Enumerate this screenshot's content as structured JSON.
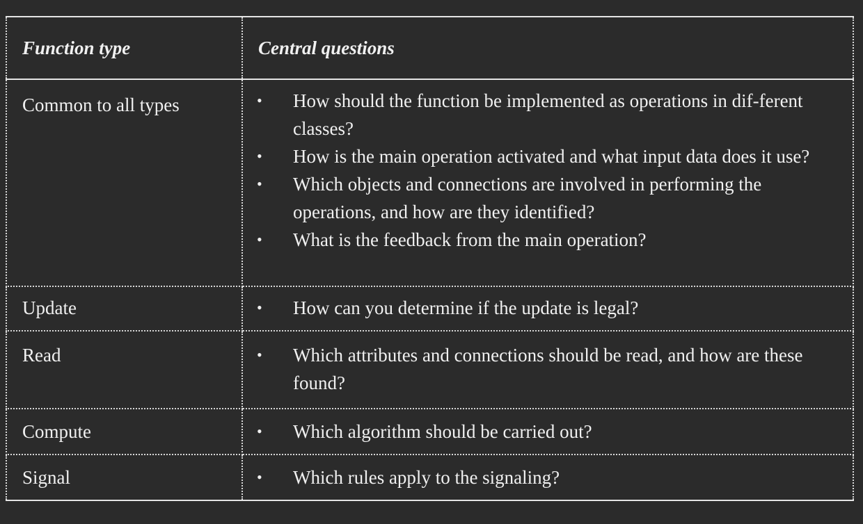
{
  "table": {
    "headers": {
      "function_type": "Function type",
      "central_questions": "Central questions"
    },
    "rows": [
      {
        "function_type": "Common to all types",
        "questions": [
          "How should the function be implemented as operations in dif-ferent classes?",
          "How is the main operation activated and what input data does it use?",
          "Which objects and connections are involved in performing the operations, and how are they identified?",
          "What is the feedback from the main operation?"
        ]
      },
      {
        "function_type": "Update",
        "questions": [
          "How can you determine if the update is legal?"
        ]
      },
      {
        "function_type": "Read",
        "questions": [
          "Which attributes and connections should be read, and how are these found?"
        ]
      },
      {
        "function_type": "Compute",
        "questions": [
          "Which algorithm should be carried out?"
        ]
      },
      {
        "function_type": "Signal",
        "questions": [
          "Which rules apply to the signaling?"
        ]
      }
    ],
    "bullet_glyph": "•"
  }
}
